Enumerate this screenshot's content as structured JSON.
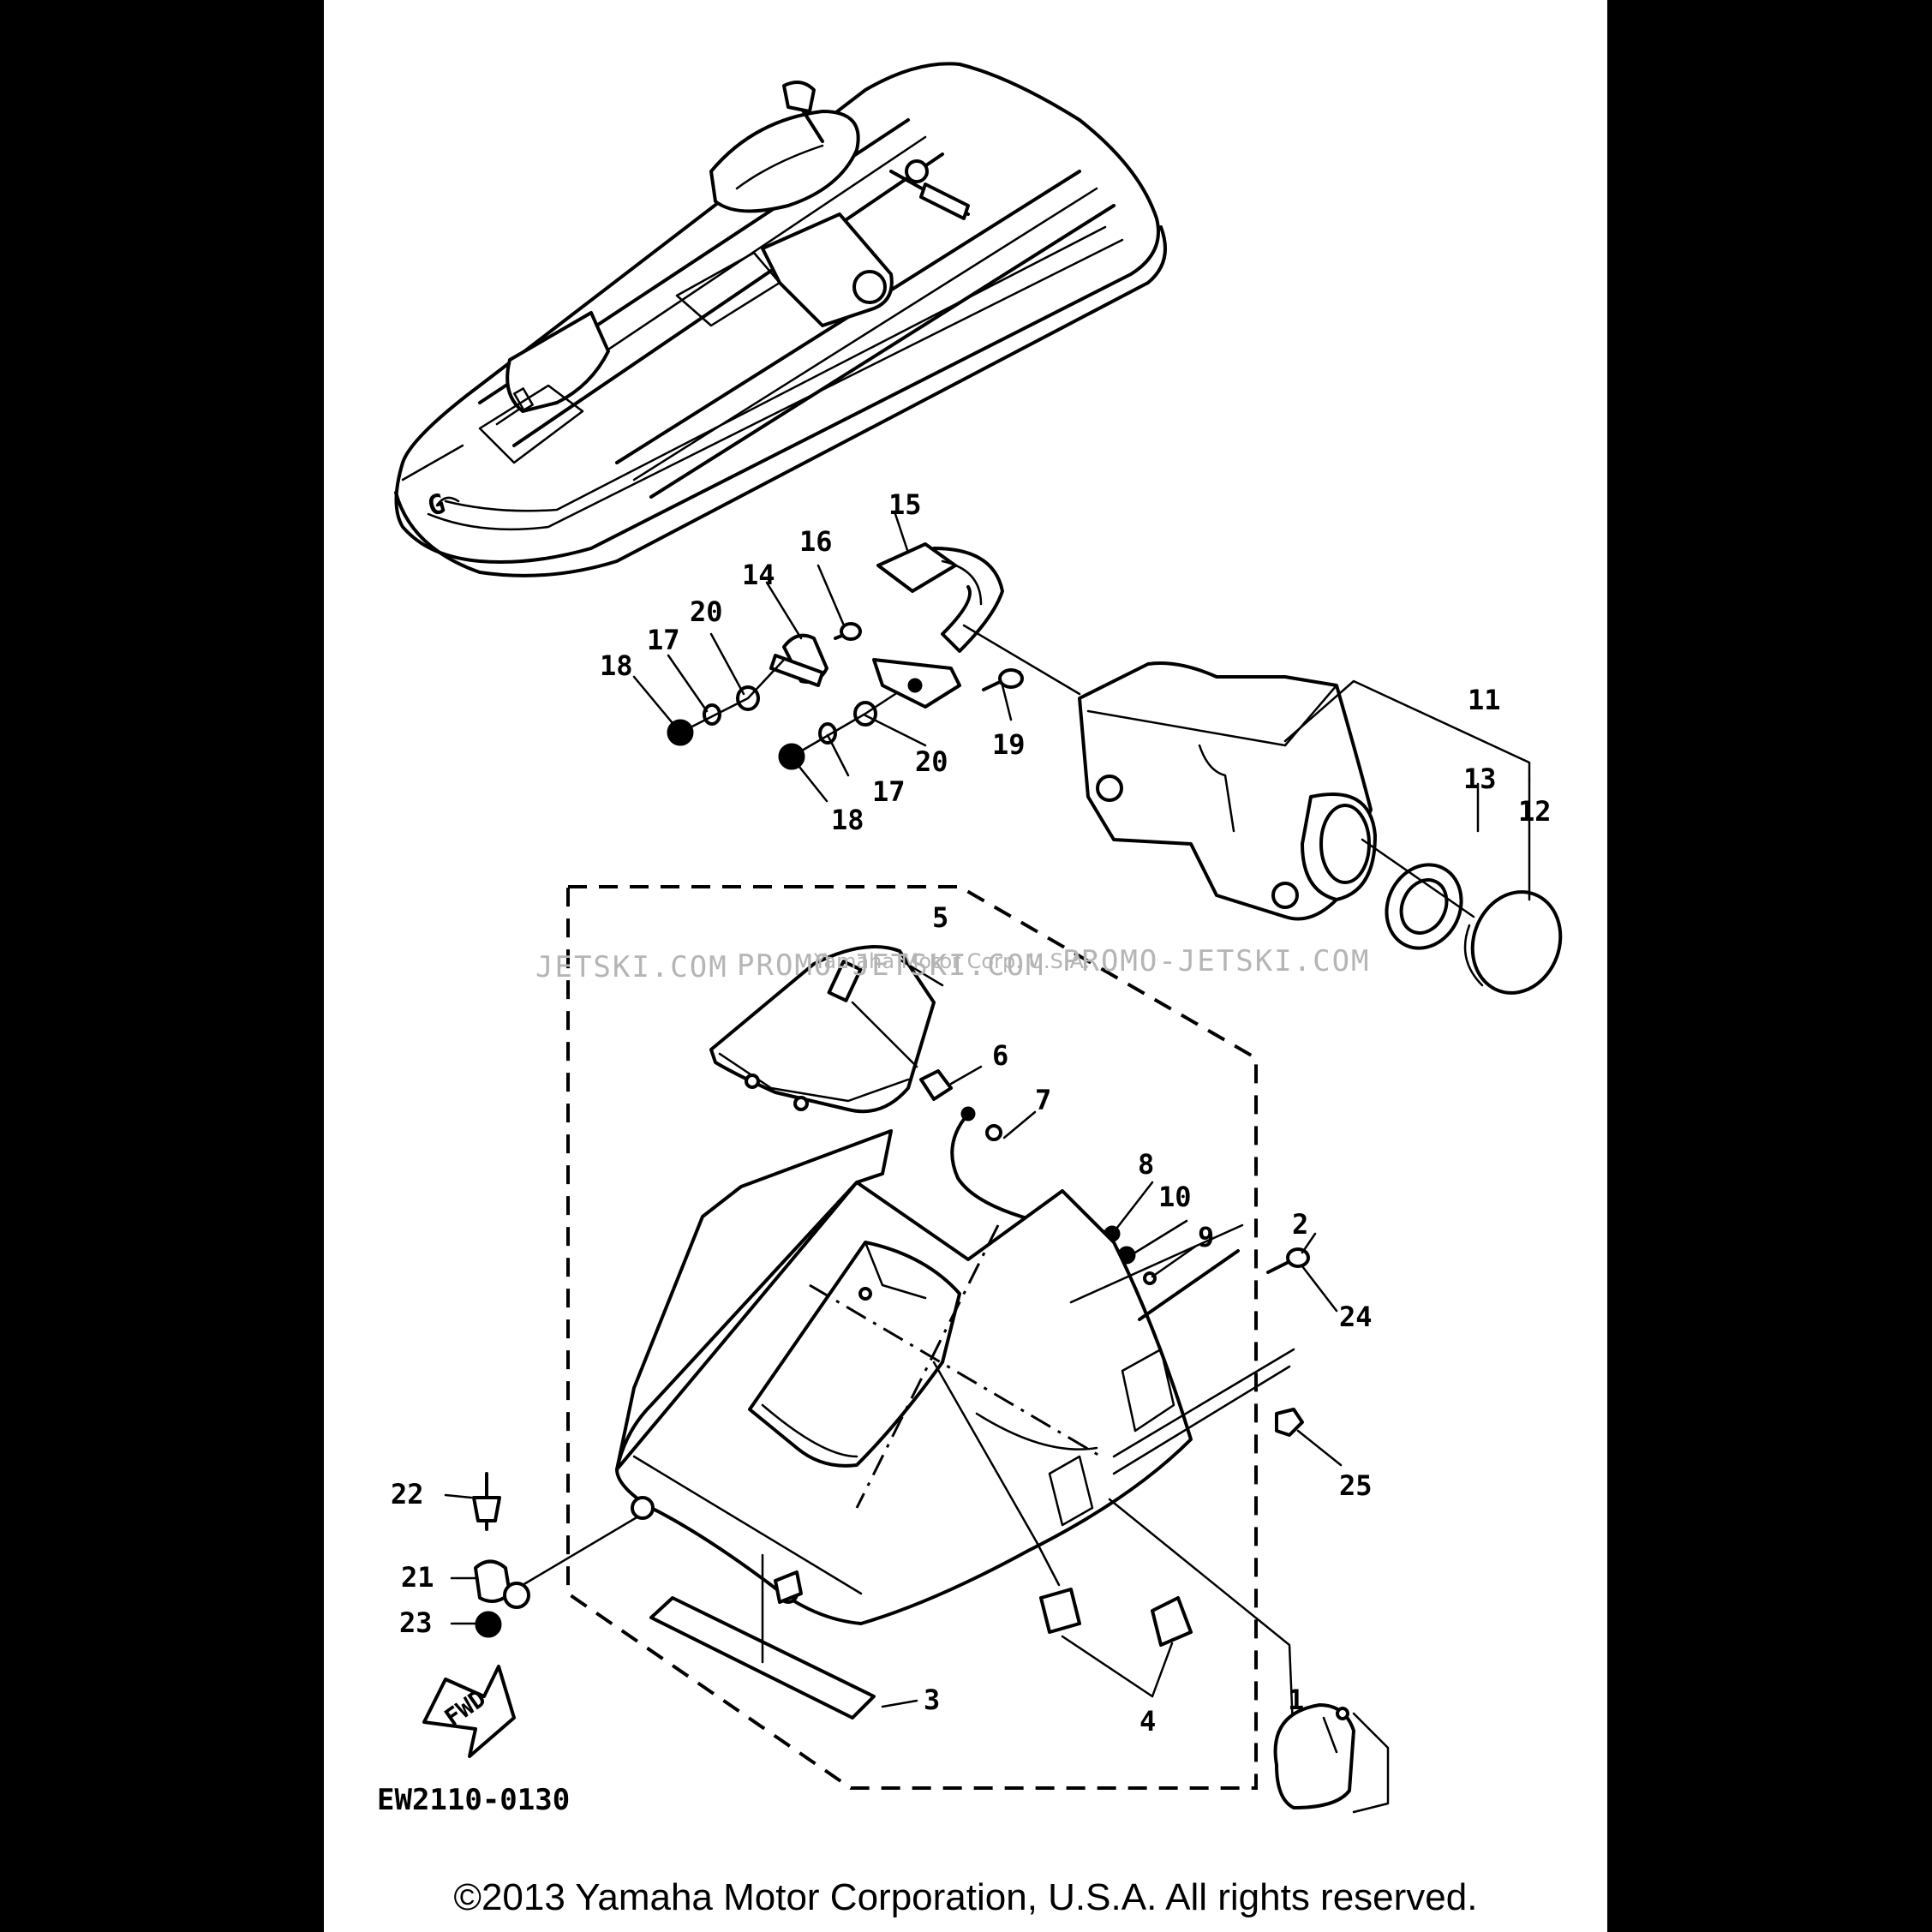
{
  "diagram": {
    "drawing_code": "EW2110-0130",
    "fwd_label": "FWD",
    "watermarks": [
      "JETSKI.COM",
      "PROMO-JETSKI.COM",
      "PROMO-JETSKI.COM"
    ],
    "watermark_caption": "Yamaha Motor Corp. U.S.A.",
    "callouts": [
      "1",
      "2",
      "3",
      "4",
      "5",
      "6",
      "7",
      "8",
      "9",
      "10",
      "11",
      "12",
      "13",
      "14",
      "15",
      "16",
      "17",
      "17",
      "18",
      "18",
      "19",
      "20",
      "20",
      "21",
      "22",
      "23",
      "24",
      "25"
    ]
  },
  "footer": {
    "copyright": "©2013 Yamaha Motor Corporation, U.S.A. All rights reserved."
  },
  "colors": {
    "background": "#000000",
    "sheet": "#ffffff",
    "ink": "#000000",
    "watermark": "#b5b5b5"
  }
}
